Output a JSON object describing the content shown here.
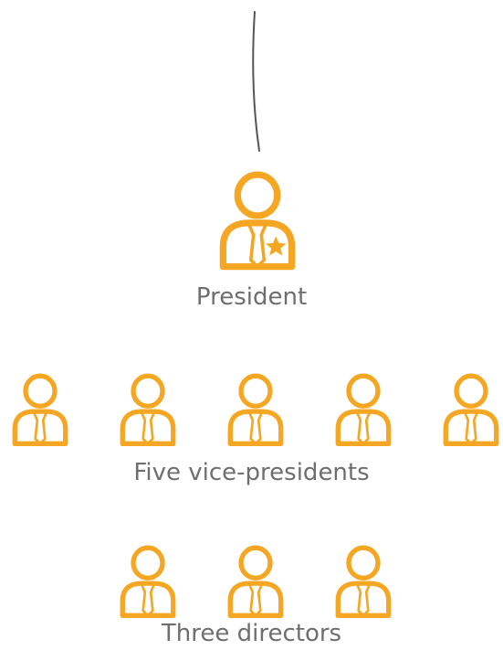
{
  "colors": {
    "icon": "#f5a623",
    "text": "#6e6e6e",
    "connector": "#555555"
  },
  "icons": {
    "president": "person-with-tie-and-star-icon",
    "vice_president": "person-with-tie-icon",
    "director": "person-with-tie-icon"
  },
  "tiers": {
    "president": {
      "label": "President",
      "count": 1
    },
    "vice_presidents": {
      "label": "Five vice-presidents",
      "count": 5
    },
    "directors": {
      "label": "Three directors",
      "count": 3
    }
  }
}
